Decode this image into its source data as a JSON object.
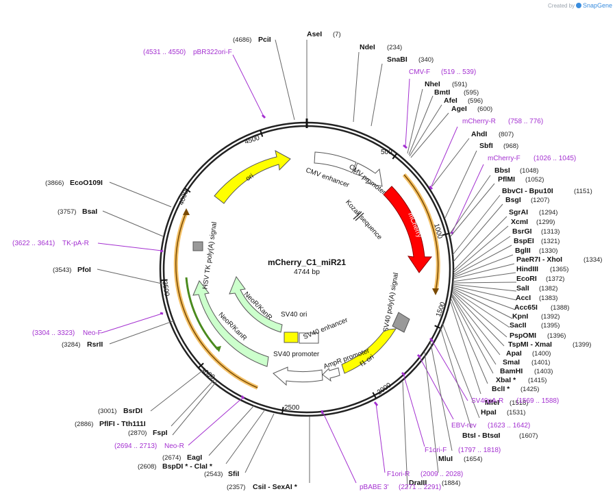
{
  "credit": {
    "prefix": "Created by",
    "brand": "SnapGene"
  },
  "plasmid": {
    "name": "mCherry_C1_miR21",
    "length_label": "4744 bp",
    "length": 4744
  },
  "ticks": [
    "500",
    "1000",
    "1500",
    "2000",
    "2500",
    "3000",
    "3500",
    "4000",
    "4500"
  ],
  "features": [
    {
      "name": "ori",
      "color": "#ffff00"
    },
    {
      "name": "CMV enhancer",
      "color": "#ffffff"
    },
    {
      "name": "CMV promoter",
      "color": "#ffffff"
    },
    {
      "name": "mCherry",
      "color": "#ff0000"
    },
    {
      "name": "Kozak sequence",
      "color": "#ffffff"
    },
    {
      "name": "SV40 poly(A) signal",
      "color": "#999999"
    },
    {
      "name": "f1 ori",
      "color": "#ffff00"
    },
    {
      "name": "AmpR promoter",
      "color": "#ffffff"
    },
    {
      "name": "SV40 promoter",
      "color": "#ffffff"
    },
    {
      "name": "SV40 enhancer",
      "color": "#ffffff"
    },
    {
      "name": "SV40 ori",
      "color": "#ffff00"
    },
    {
      "name": "NeoR/KanR",
      "color": "#ccffcc"
    },
    {
      "name": "HSV TK poly(A) signal",
      "color": "#999999"
    }
  ],
  "sites": [
    {
      "name": "AseI",
      "pos": "(7)"
    },
    {
      "name": "NdeI",
      "pos": "(234)"
    },
    {
      "name": "SnaBI",
      "pos": "(340)"
    },
    {
      "name": "NheI",
      "pos": "(591)"
    },
    {
      "name": "BmtI",
      "pos": "(595)"
    },
    {
      "name": "AfeI",
      "pos": "(596)"
    },
    {
      "name": "AgeI",
      "pos": "(600)"
    },
    {
      "name": "AhdI",
      "pos": "(807)"
    },
    {
      "name": "SbfI",
      "pos": "(968)"
    },
    {
      "name": "BbsI",
      "pos": "(1048)"
    },
    {
      "name": "PflMI",
      "pos": "(1052)"
    },
    {
      "name": "BbvCI - Bpu10I",
      "pos": "(1151)"
    },
    {
      "name": "BsgI",
      "pos": "(1207)"
    },
    {
      "name": "SgrAI",
      "pos": "(1294)"
    },
    {
      "name": "XcmI",
      "pos": "(1299)"
    },
    {
      "name": "BsrGI",
      "pos": "(1313)"
    },
    {
      "name": "BspEI",
      "pos": "(1321)"
    },
    {
      "name": "BglII",
      "pos": "(1330)"
    },
    {
      "name": "PaeR7I - XhoI",
      "pos": "(1334)"
    },
    {
      "name": "HindIII",
      "pos": "(1365)"
    },
    {
      "name": "EcoRI",
      "pos": "(1372)"
    },
    {
      "name": "SalI",
      "pos": "(1382)"
    },
    {
      "name": "AccI",
      "pos": "(1383)"
    },
    {
      "name": "Acc65I",
      "pos": "(1388)"
    },
    {
      "name": "KpnI",
      "pos": "(1392)"
    },
    {
      "name": "SacII",
      "pos": "(1395)"
    },
    {
      "name": "PspOMI",
      "pos": "(1396)"
    },
    {
      "name": "TspMI - XmaI",
      "pos": "(1399)"
    },
    {
      "name": "ApaI",
      "pos": "(1400)"
    },
    {
      "name": "SmaI",
      "pos": "(1401)"
    },
    {
      "name": "BamHI",
      "pos": "(1403)"
    },
    {
      "name": "XbaI *",
      "pos": "(1415)"
    },
    {
      "name": "BclI *",
      "pos": "(1425)"
    },
    {
      "name": "MfeI",
      "pos": "(1518)"
    },
    {
      "name": "HpaI",
      "pos": "(1531)"
    },
    {
      "name": "BtsI - BtsαI",
      "pos": "(1607)"
    },
    {
      "name": "MluI",
      "pos": "(1654)"
    },
    {
      "name": "DraIII",
      "pos": "(1884)"
    },
    {
      "name": "CsiI - SexAI *",
      "pos": "(2357)"
    },
    {
      "name": "SfiI",
      "pos": "(2543)"
    },
    {
      "name": "BspDI * - ClaI *",
      "pos": "(2608)"
    },
    {
      "name": "EagI",
      "pos": "(2674)"
    },
    {
      "name": "FspI",
      "pos": "(2870)"
    },
    {
      "name": "PflFI - Tth111I",
      "pos": "(2886)"
    },
    {
      "name": "BsrDI",
      "pos": "(3001)"
    },
    {
      "name": "RsrII",
      "pos": "(3284)"
    },
    {
      "name": "PfoI",
      "pos": "(3543)"
    },
    {
      "name": "BsaI",
      "pos": "(3757)"
    },
    {
      "name": "EcoO109I",
      "pos": "(3866)"
    },
    {
      "name": "PciI",
      "pos": "(4686)"
    }
  ],
  "primers": [
    {
      "name": "CMV-F",
      "range": "(519 .. 539)"
    },
    {
      "name": "mCherry-R",
      "range": "(758 .. 776)"
    },
    {
      "name": "mCherry-F",
      "range": "(1026 .. 1045)"
    },
    {
      "name": "SV40pA-R",
      "range": "(1569 .. 1588)"
    },
    {
      "name": "EBV-rev",
      "range": "(1623 .. 1642)"
    },
    {
      "name": "F1ori-F",
      "range": "(1797 .. 1818)"
    },
    {
      "name": "F1ori-R",
      "range": "(2009 .. 2028)"
    },
    {
      "name": "pBABE 3'",
      "range": "(2271 .. 2291)"
    },
    {
      "name": "Neo-R",
      "range": "(2694 .. 2713)"
    },
    {
      "name": "Neo-F",
      "range": "(3304 .. 3323)"
    },
    {
      "name": "TK-pA-R",
      "range": "(3622 .. 3641)"
    },
    {
      "name": "pBR322ori-F",
      "range": "(4531 .. 4550)"
    }
  ]
}
